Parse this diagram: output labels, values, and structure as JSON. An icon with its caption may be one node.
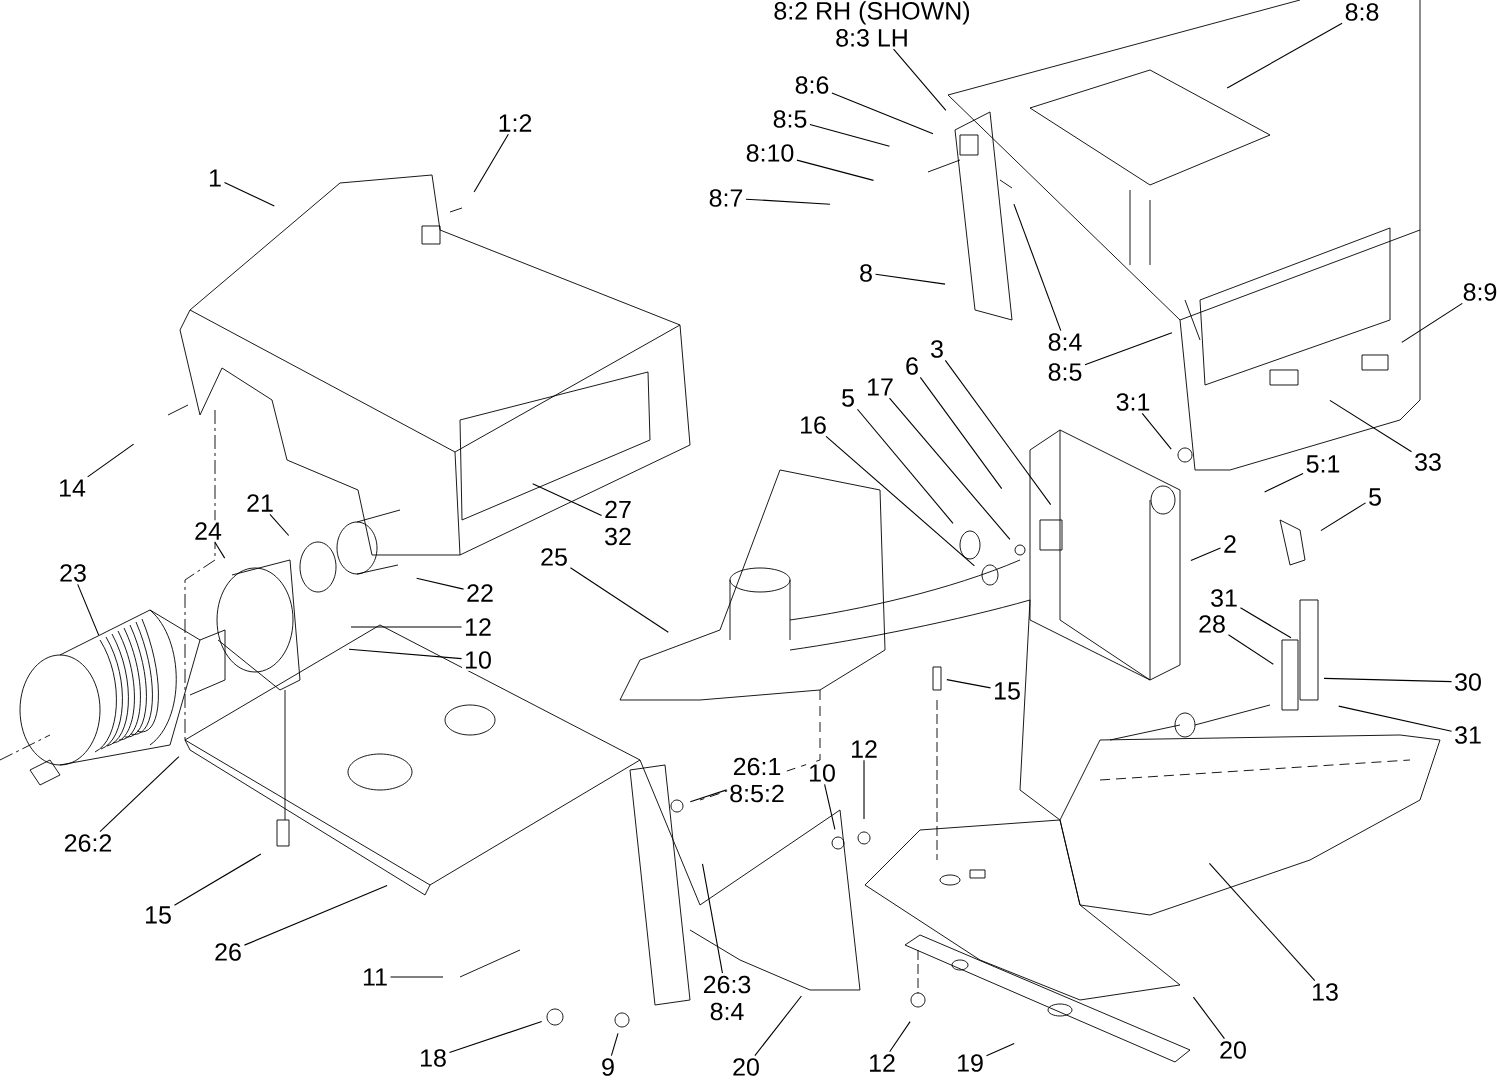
{
  "diagram": {
    "nodes": [
      {
        "text": [
          "8:2 RH (SHOWN)",
          "8:3 LH"
        ]
      },
      {
        "text": [
          "8:8"
        ]
      },
      {
        "text": [
          "8:6"
        ]
      },
      {
        "text": [
          "8:5"
        ]
      },
      {
        "text": [
          "8:10"
        ]
      },
      {
        "text": [
          "8:7"
        ]
      },
      {
        "text": [
          "1:2"
        ]
      },
      {
        "text": [
          "1"
        ]
      },
      {
        "text": [
          "8"
        ]
      },
      {
        "text": [
          "8:9"
        ]
      },
      {
        "text": [
          "8:4"
        ]
      },
      {
        "text": [
          "8:5"
        ]
      },
      {
        "text": [
          "3"
        ]
      },
      {
        "text": [
          "6"
        ]
      },
      {
        "text": [
          "17"
        ]
      },
      {
        "text": [
          "5"
        ]
      },
      {
        "text": [
          "3:1"
        ]
      },
      {
        "text": [
          "16"
        ]
      },
      {
        "text": [
          "33"
        ]
      },
      {
        "text": [
          "5:1"
        ]
      },
      {
        "text": [
          "14"
        ]
      },
      {
        "text": [
          "5"
        ]
      },
      {
        "text": [
          "21"
        ]
      },
      {
        "text": [
          "24"
        ]
      },
      {
        "text": [
          "27",
          "32"
        ]
      },
      {
        "text": [
          "2"
        ]
      },
      {
        "text": [
          "25"
        ]
      },
      {
        "text": [
          "23"
        ]
      },
      {
        "text": [
          "31"
        ]
      },
      {
        "text": [
          "22"
        ]
      },
      {
        "text": [
          "28"
        ]
      },
      {
        "text": [
          "12"
        ]
      },
      {
        "text": [
          "10"
        ]
      },
      {
        "text": [
          "30"
        ]
      },
      {
        "text": [
          "15"
        ]
      },
      {
        "text": [
          "31"
        ]
      },
      {
        "text": [
          "12"
        ]
      },
      {
        "text": [
          "10"
        ]
      },
      {
        "text": [
          "26:1",
          "8:5:2"
        ]
      },
      {
        "text": [
          "26:2"
        ]
      },
      {
        "text": [
          "15"
        ]
      },
      {
        "text": [
          "26"
        ]
      },
      {
        "text": [
          "11"
        ]
      },
      {
        "text": [
          "26:3",
          "8:4"
        ]
      },
      {
        "text": [
          "13"
        ]
      },
      {
        "text": [
          "18"
        ]
      },
      {
        "text": [
          "9"
        ]
      },
      {
        "text": [
          "20"
        ]
      },
      {
        "text": [
          "12"
        ]
      },
      {
        "text": [
          "19"
        ]
      },
      {
        "text": [
          "20"
        ]
      }
    ],
    "edges": [
      {
        "from": 0,
        "to": null,
        "arrow": "none"
      },
      {
        "from": 1,
        "to": null,
        "arrow": "none"
      },
      {
        "from": 2,
        "to": null,
        "arrow": "none"
      },
      {
        "from": 3,
        "to": null,
        "arrow": "none"
      },
      {
        "from": 4,
        "to": null,
        "arrow": "none"
      },
      {
        "from": 5,
        "to": null,
        "arrow": "none"
      },
      {
        "from": 6,
        "to": null,
        "arrow": "none"
      },
      {
        "from": 7,
        "to": null,
        "arrow": "none"
      },
      {
        "from": 8,
        "to": null,
        "arrow": "none"
      },
      {
        "from": 9,
        "to": null,
        "arrow": "none"
      },
      {
        "from": 10,
        "to": null,
        "arrow": "none"
      },
      {
        "from": 11,
        "to": null,
        "arrow": "none"
      },
      {
        "from": 12,
        "to": null,
        "arrow": "none"
      },
      {
        "from": 13,
        "to": null,
        "arrow": "none"
      },
      {
        "from": 14,
        "to": null,
        "arrow": "none"
      },
      {
        "from": 15,
        "to": null,
        "arrow": "none"
      },
      {
        "from": 16,
        "to": null,
        "arrow": "none"
      },
      {
        "from": 17,
        "to": null,
        "arrow": "none"
      },
      {
        "from": 18,
        "to": null,
        "arrow": "none"
      },
      {
        "from": 19,
        "to": null,
        "arrow": "none"
      },
      {
        "from": 20,
        "to": null,
        "arrow": "none"
      },
      {
        "from": 21,
        "to": null,
        "arrow": "none"
      },
      {
        "from": 22,
        "to": null,
        "arrow": "none"
      },
      {
        "from": 23,
        "to": null,
        "arrow": "none"
      },
      {
        "from": 24,
        "to": null,
        "arrow": "none"
      },
      {
        "from": 25,
        "to": null,
        "arrow": "none"
      },
      {
        "from": 26,
        "to": null,
        "arrow": "none"
      },
      {
        "from": 27,
        "to": null,
        "arrow": "none"
      },
      {
        "from": 28,
        "to": null,
        "arrow": "none"
      },
      {
        "from": 29,
        "to": null,
        "arrow": "none"
      },
      {
        "from": 30,
        "to": null,
        "arrow": "none"
      },
      {
        "from": 31,
        "to": null,
        "arrow": "none"
      },
      {
        "from": 32,
        "to": null,
        "arrow": "none"
      },
      {
        "from": 33,
        "to": null,
        "arrow": "none"
      },
      {
        "from": 34,
        "to": null,
        "arrow": "none"
      },
      {
        "from": 35,
        "to": null,
        "arrow": "none"
      },
      {
        "from": 36,
        "to": null,
        "arrow": "none"
      },
      {
        "from": 37,
        "to": null,
        "arrow": "none"
      },
      {
        "from": 38,
        "to": null,
        "arrow": "none"
      },
      {
        "from": 39,
        "to": null,
        "arrow": "none"
      },
      {
        "from": 40,
        "to": null,
        "arrow": "none"
      },
      {
        "from": 41,
        "to": null,
        "arrow": "none"
      },
      {
        "from": 42,
        "to": null,
        "arrow": "none"
      },
      {
        "from": 43,
        "to": null,
        "arrow": "none"
      },
      {
        "from": 44,
        "to": null,
        "arrow": "none"
      },
      {
        "from": 45,
        "to": null,
        "arrow": "none"
      },
      {
        "from": 46,
        "to": null,
        "arrow": "none"
      },
      {
        "from": 47,
        "to": null,
        "arrow": "none"
      },
      {
        "from": 48,
        "to": null,
        "arrow": "none"
      },
      {
        "from": 49,
        "to": null,
        "arrow": "none"
      },
      {
        "from": 50,
        "to": null,
        "arrow": "none"
      }
    ]
  }
}
